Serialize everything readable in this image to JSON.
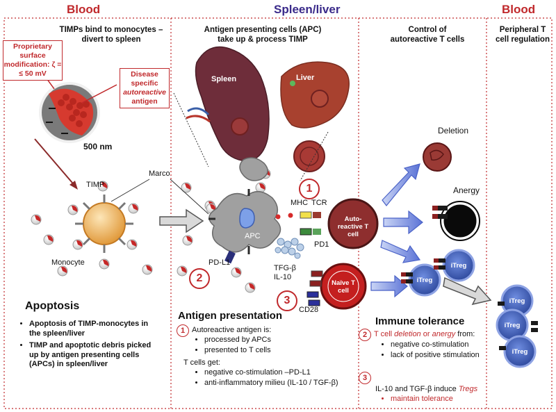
{
  "headers": {
    "blood_left": "Blood",
    "spleen_liver": "Spleen/liver",
    "blood_right": "Blood"
  },
  "col_titles": {
    "timps": "TIMPs bind to monocytes –divert to spleen",
    "apc": "Antigen presenting cells (APC) take up & process TIMP",
    "control": "Control of autoreactive T cells",
    "peripheral": "Peripheral T cell regulation"
  },
  "callouts": {
    "surface": "Proprietary surface modification: ζ = ≤ 50 mV",
    "disease_line1": "Disease specific",
    "disease_line2": "autoreactive",
    "disease_line3": "antigen"
  },
  "labels": {
    "size": "500 nm",
    "timp": "TIMP",
    "marco": "Marco",
    "monocyte": "Monocyte",
    "spleen": "Spleen",
    "liver": "Liver",
    "apc": "APC",
    "pdl1": "PD-L1",
    "mhc": "MHC",
    "tcr": "TCR",
    "pd1": "PD1",
    "tgfb": "TFG-β",
    "il10": "IL-10",
    "cd28": "CD28",
    "deletion": "Deletion",
    "anergy": "Anergy",
    "auto_cell": "Auto-reactive T cell",
    "naive_cell": "Naïve T cell",
    "itreg": "iTreg"
  },
  "numbers": {
    "one": "1",
    "two": "2",
    "three": "3"
  },
  "apoptosis": {
    "title": "Apoptosis",
    "items": [
      "Apoptosis of TIMP-monocytes in the spleen/liver",
      "TIMP and apoptotic debris picked up by antigen presenting cells (APCs) in spleen/liver"
    ]
  },
  "antigen_presentation": {
    "title": "Antigen presentation",
    "intro": "Autoreactive antigen is:",
    "items1": [
      "processed by APCs",
      "presented to T cells"
    ],
    "tcells": "T cells get:",
    "items2": [
      "negative co-stimulation –PD-L1",
      "anti-inflammatory milieu (IL-10 / TGF-β)"
    ]
  },
  "immune_tolerance": {
    "title": "Immune tolerance",
    "line_pre": "T cell ",
    "deletion": "deletion",
    "or": " or ",
    "anergy": "anergy",
    "line_post": " from:",
    "items": [
      "negative co-stimulation",
      "lack of positive stimulation"
    ],
    "tregs_text": "IL-10 and TGF-β induce ",
    "tregs": "Tregs",
    "maintain": "maintain tolerance"
  },
  "colors": {
    "accent": "#c0282b",
    "header_blue": "#3a2a8a",
    "treg_blue": "#3b5bb0",
    "apc_gray": "#9a9a9a"
  }
}
